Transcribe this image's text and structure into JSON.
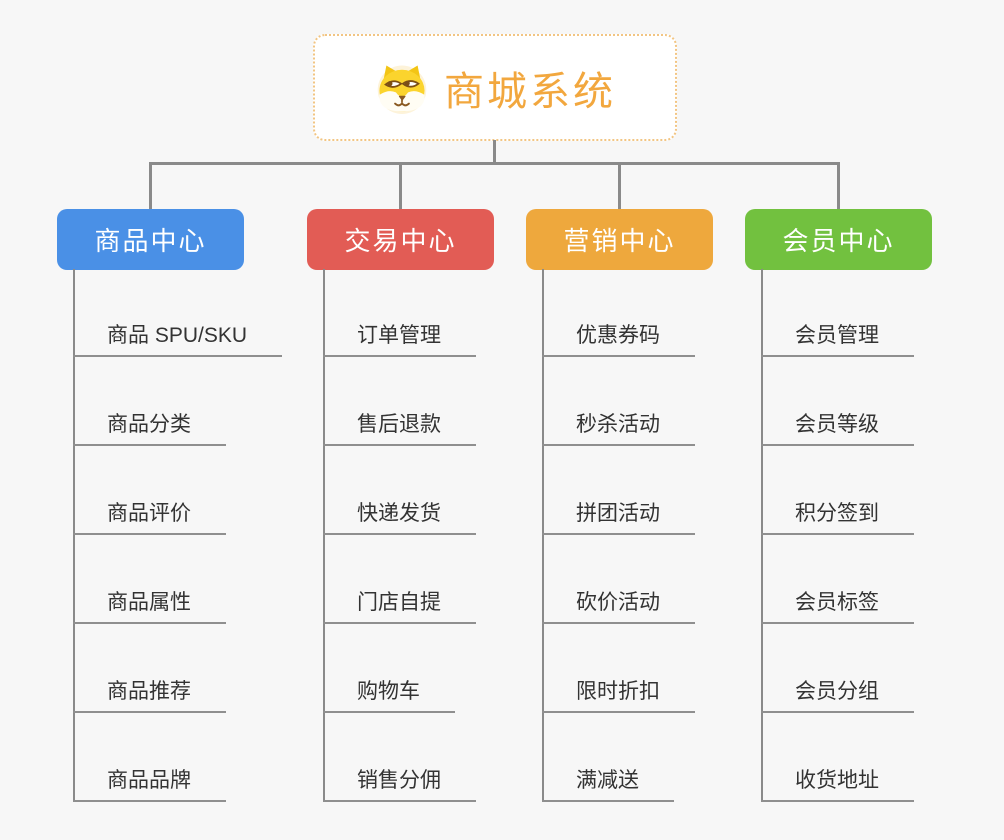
{
  "page": {
    "background": "#f7f7f7",
    "connector_color": "#8a8a8a",
    "item_text_color": "#333333",
    "item_underline_color": "#8f8f8f"
  },
  "root": {
    "title": "商城系统",
    "icon": "dog-face-icon",
    "text_color": "#f2a73e",
    "border_color": "#f2c583",
    "background": "#ffffff"
  },
  "branches": [
    {
      "id": "product-center",
      "label": "商品中心",
      "color": "#4a90e6",
      "items": [
        "商品 SPU/SKU",
        "商品分类",
        "商品评价",
        "商品属性",
        "商品推荐",
        "商品品牌"
      ]
    },
    {
      "id": "trade-center",
      "label": "交易中心",
      "color": "#e25c55",
      "items": [
        "订单管理",
        "售后退款",
        "快递发货",
        "门店自提",
        "购物车",
        "销售分佣"
      ]
    },
    {
      "id": "marketing-center",
      "label": "营销中心",
      "color": "#eea83d",
      "items": [
        "优惠券码",
        "秒杀活动",
        "拼团活动",
        "砍价活动",
        "限时折扣",
        "满减送"
      ]
    },
    {
      "id": "member-center",
      "label": "会员中心",
      "color": "#72c13f",
      "items": [
        "会员管理",
        "会员等级",
        "积分签到",
        "会员标签",
        "会员分组",
        "收货地址"
      ]
    }
  ]
}
